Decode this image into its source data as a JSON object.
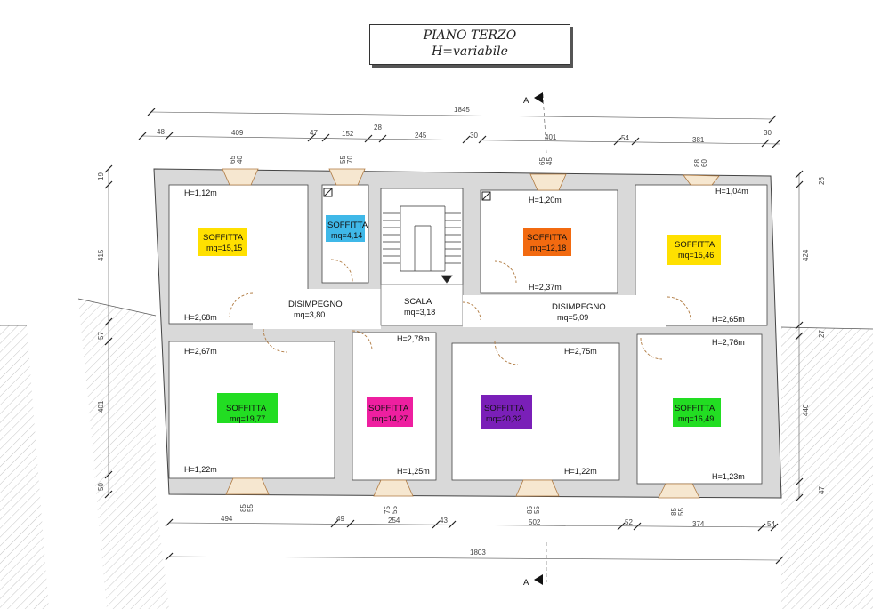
{
  "title": {
    "line1": "PIANO TERZO",
    "line2": "H=variabile"
  },
  "section_marker": "A",
  "top_dims": {
    "total": "1845",
    "segments": [
      "48",
      "409",
      "47",
      "152",
      "28",
      "245",
      "30",
      "401",
      "54",
      "381",
      "30"
    ]
  },
  "bottom_dims": {
    "total": "1803",
    "segments": [
      "494",
      "49",
      "254",
      "43",
      "502",
      "52",
      "374",
      "54"
    ]
  },
  "left_dims": [
    "19",
    "415",
    "57",
    "401",
    "50"
  ],
  "right_dims": [
    "26",
    "424",
    "27",
    "440",
    "47"
  ],
  "window_dims": {
    "top": [
      [
        "65",
        "40"
      ],
      [
        "55",
        "70"
      ],
      [
        "65",
        "45"
      ],
      [
        "88",
        "60"
      ]
    ],
    "bottom": [
      [
        "85",
        "55"
      ],
      [
        "75",
        "55"
      ],
      [
        "85",
        "55"
      ],
      [
        "85",
        "55"
      ]
    ]
  },
  "rooms": [
    {
      "name": "SOFFITTA",
      "area": "mq=15,15",
      "color": "#ffe000"
    },
    {
      "name": "SOFFITTA",
      "area": "mq=4,14",
      "color": "#3fb8e8"
    },
    {
      "name": "SOFFITTA",
      "area": "mq=12,18",
      "color": "#f26a10"
    },
    {
      "name": "SOFFITTA",
      "area": "mq=15,46",
      "color": "#ffe000"
    },
    {
      "name": "SOFFITTA",
      "area": "mq=19,77",
      "color": "#22dd22"
    },
    {
      "name": "SOFFITTA",
      "area": "mq=14,27",
      "color": "#ee1fa0"
    },
    {
      "name": "SOFFITTA",
      "area": "mq=20,32",
      "color": "#7a1fb8"
    },
    {
      "name": "SOFFITTA",
      "area": "mq=16,49",
      "color": "#22dd22"
    }
  ],
  "corridors": [
    {
      "name": "DISIMPEGNO",
      "area": "mq=3,80"
    },
    {
      "name": "SCALA",
      "area": "mq=3,18"
    },
    {
      "name": "DISIMPEGNO",
      "area": "mq=5,09"
    }
  ],
  "heights": [
    "H=1,12m",
    "H=2,68m",
    "H=1,20m",
    "H=2,37m",
    "H=1,04m",
    "H=2,65m",
    "H=2,67m",
    "H=1,22m",
    "H=2,78m",
    "H=1,25m",
    "H=2,75m",
    "H=1,22m",
    "H=2,76m",
    "H=1,23m"
  ]
}
